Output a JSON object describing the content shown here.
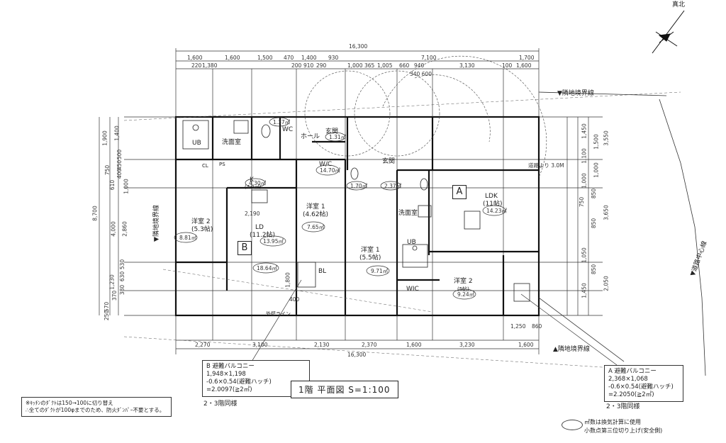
{
  "compass": {
    "label": "真北"
  },
  "dimensions": {
    "overall_top": "16,300",
    "overall_bottom": "16,300",
    "left_total": "8,700",
    "top_row": [
      "1,600",
      "1,600",
      "1,500",
      "470",
      "1,400",
      "930",
      "7,100",
      "1,700"
    ],
    "top_row2": [
      "220",
      "1,380",
      "200",
      "910",
      "290",
      "1,000",
      "365",
      "1,005",
      "660",
      "940",
      "3,130",
      "100",
      "1,600"
    ],
    "top_sub": "340 600",
    "bottom_row": [
      "2,270",
      "3,100",
      "2,130",
      "2,370",
      "1,600",
      "3,230",
      "1,600"
    ],
    "bottom_sub": [
      "1,250",
      "860"
    ],
    "left_col": [
      "1,900",
      "1,400",
      "750",
      "500",
      "610",
      "400",
      "450",
      "1,000",
      "2,860",
      "4,000",
      "1,230",
      "630",
      "530",
      "380",
      "370",
      "570",
      "250"
    ],
    "right_col": [
      "1,450",
      "1,500",
      "1,100",
      "3,550",
      "1,000",
      "1,000",
      "750",
      "850",
      "3,650",
      "850",
      "1,050",
      "850",
      "1,450",
      "2,050"
    ],
    "mid": [
      "2,190",
      "400",
      "1,800"
    ]
  },
  "rooms": {
    "ub_b": "UB",
    "senmen_b": "洗面室",
    "wc_b": "WC",
    "hall": "ホール",
    "genkan_b": "玄関",
    "genkan_a": "玄関",
    "k": "K",
    "k_size": "(4.9㎡)",
    "ld": "LD",
    "ld_size": "(11.2帖)",
    "yoshitsu2_b": "洋室 2",
    "yoshitsu2_b_size": "(5.3帖)",
    "yoshitsu1_b": "洋室 1",
    "yoshitsu1_b_size": "(4.62帖)",
    "yoshitsu1_a": "洋室 1",
    "yoshitsu1_a_size": "(5.5帖)",
    "ldk": "LDK",
    "ldk_size": "(11帖)",
    "senmen_a": "洗面室",
    "ub_a": "UB",
    "wic_a": "WIC",
    "yoshitsu2_a": "洋室 2",
    "yoshitsu2_a_size": "(5帖)",
    "wic_b": "W/C",
    "bl": "BL",
    "ps": "PS",
    "cl": "CL",
    "sokudo": "外壁ライン"
  },
  "areas": {
    "a1": "8.81㎡",
    "a2": "13.95㎡",
    "a3": "7.65㎡",
    "a4": "14.70㎡",
    "a5": "18.64㎡",
    "a6": "9.71㎡",
    "a7": "14.23㎡",
    "a8": "9.24㎡",
    "a9": "4.30㎡",
    "a10": "1.31㎡",
    "a11": "1.70㎡",
    "a12": "2.37㎡",
    "a13": "1.37㎡"
  },
  "unit_tags": {
    "a": "A",
    "b": "B"
  },
  "boundary": {
    "top": "▼隣地境界線",
    "bottom": "▲隣地境界線",
    "left": "▼隣地境界線",
    "right": "▼道路中心線",
    "setback": "道路より 3.0M"
  },
  "balcony_b": {
    "title": "B 避難バルコニー",
    "line1": "1,948×1,198",
    "line2": "-0.6×0.54(避難ハッチ)",
    "line3": "=2.0097(≧2㎡)",
    "note": "2・3階同様"
  },
  "balcony_a": {
    "title": "A 避難バルコニー",
    "line1": "2,368×1,068",
    "line2": "-0.6×0.54(避難ハッチ)",
    "line3": "=2.2050(≧2㎡)",
    "note": "2・3階同様"
  },
  "plan_title": "1階  平面図  S=1:100",
  "legend": {
    "line1": "㎡数は換気計算に使用",
    "line2": "小数点第三位切り上げ(安全側)"
  },
  "footnote": {
    "line1": "※ｷｯﾁﾝのﾀﾞｸﾄは150→100に切り替え",
    "line2": "∴全てのﾀﾞｸﾄが100φまでのため、防火ﾀﾞﾝﾊﾟｰ不要とする。"
  }
}
